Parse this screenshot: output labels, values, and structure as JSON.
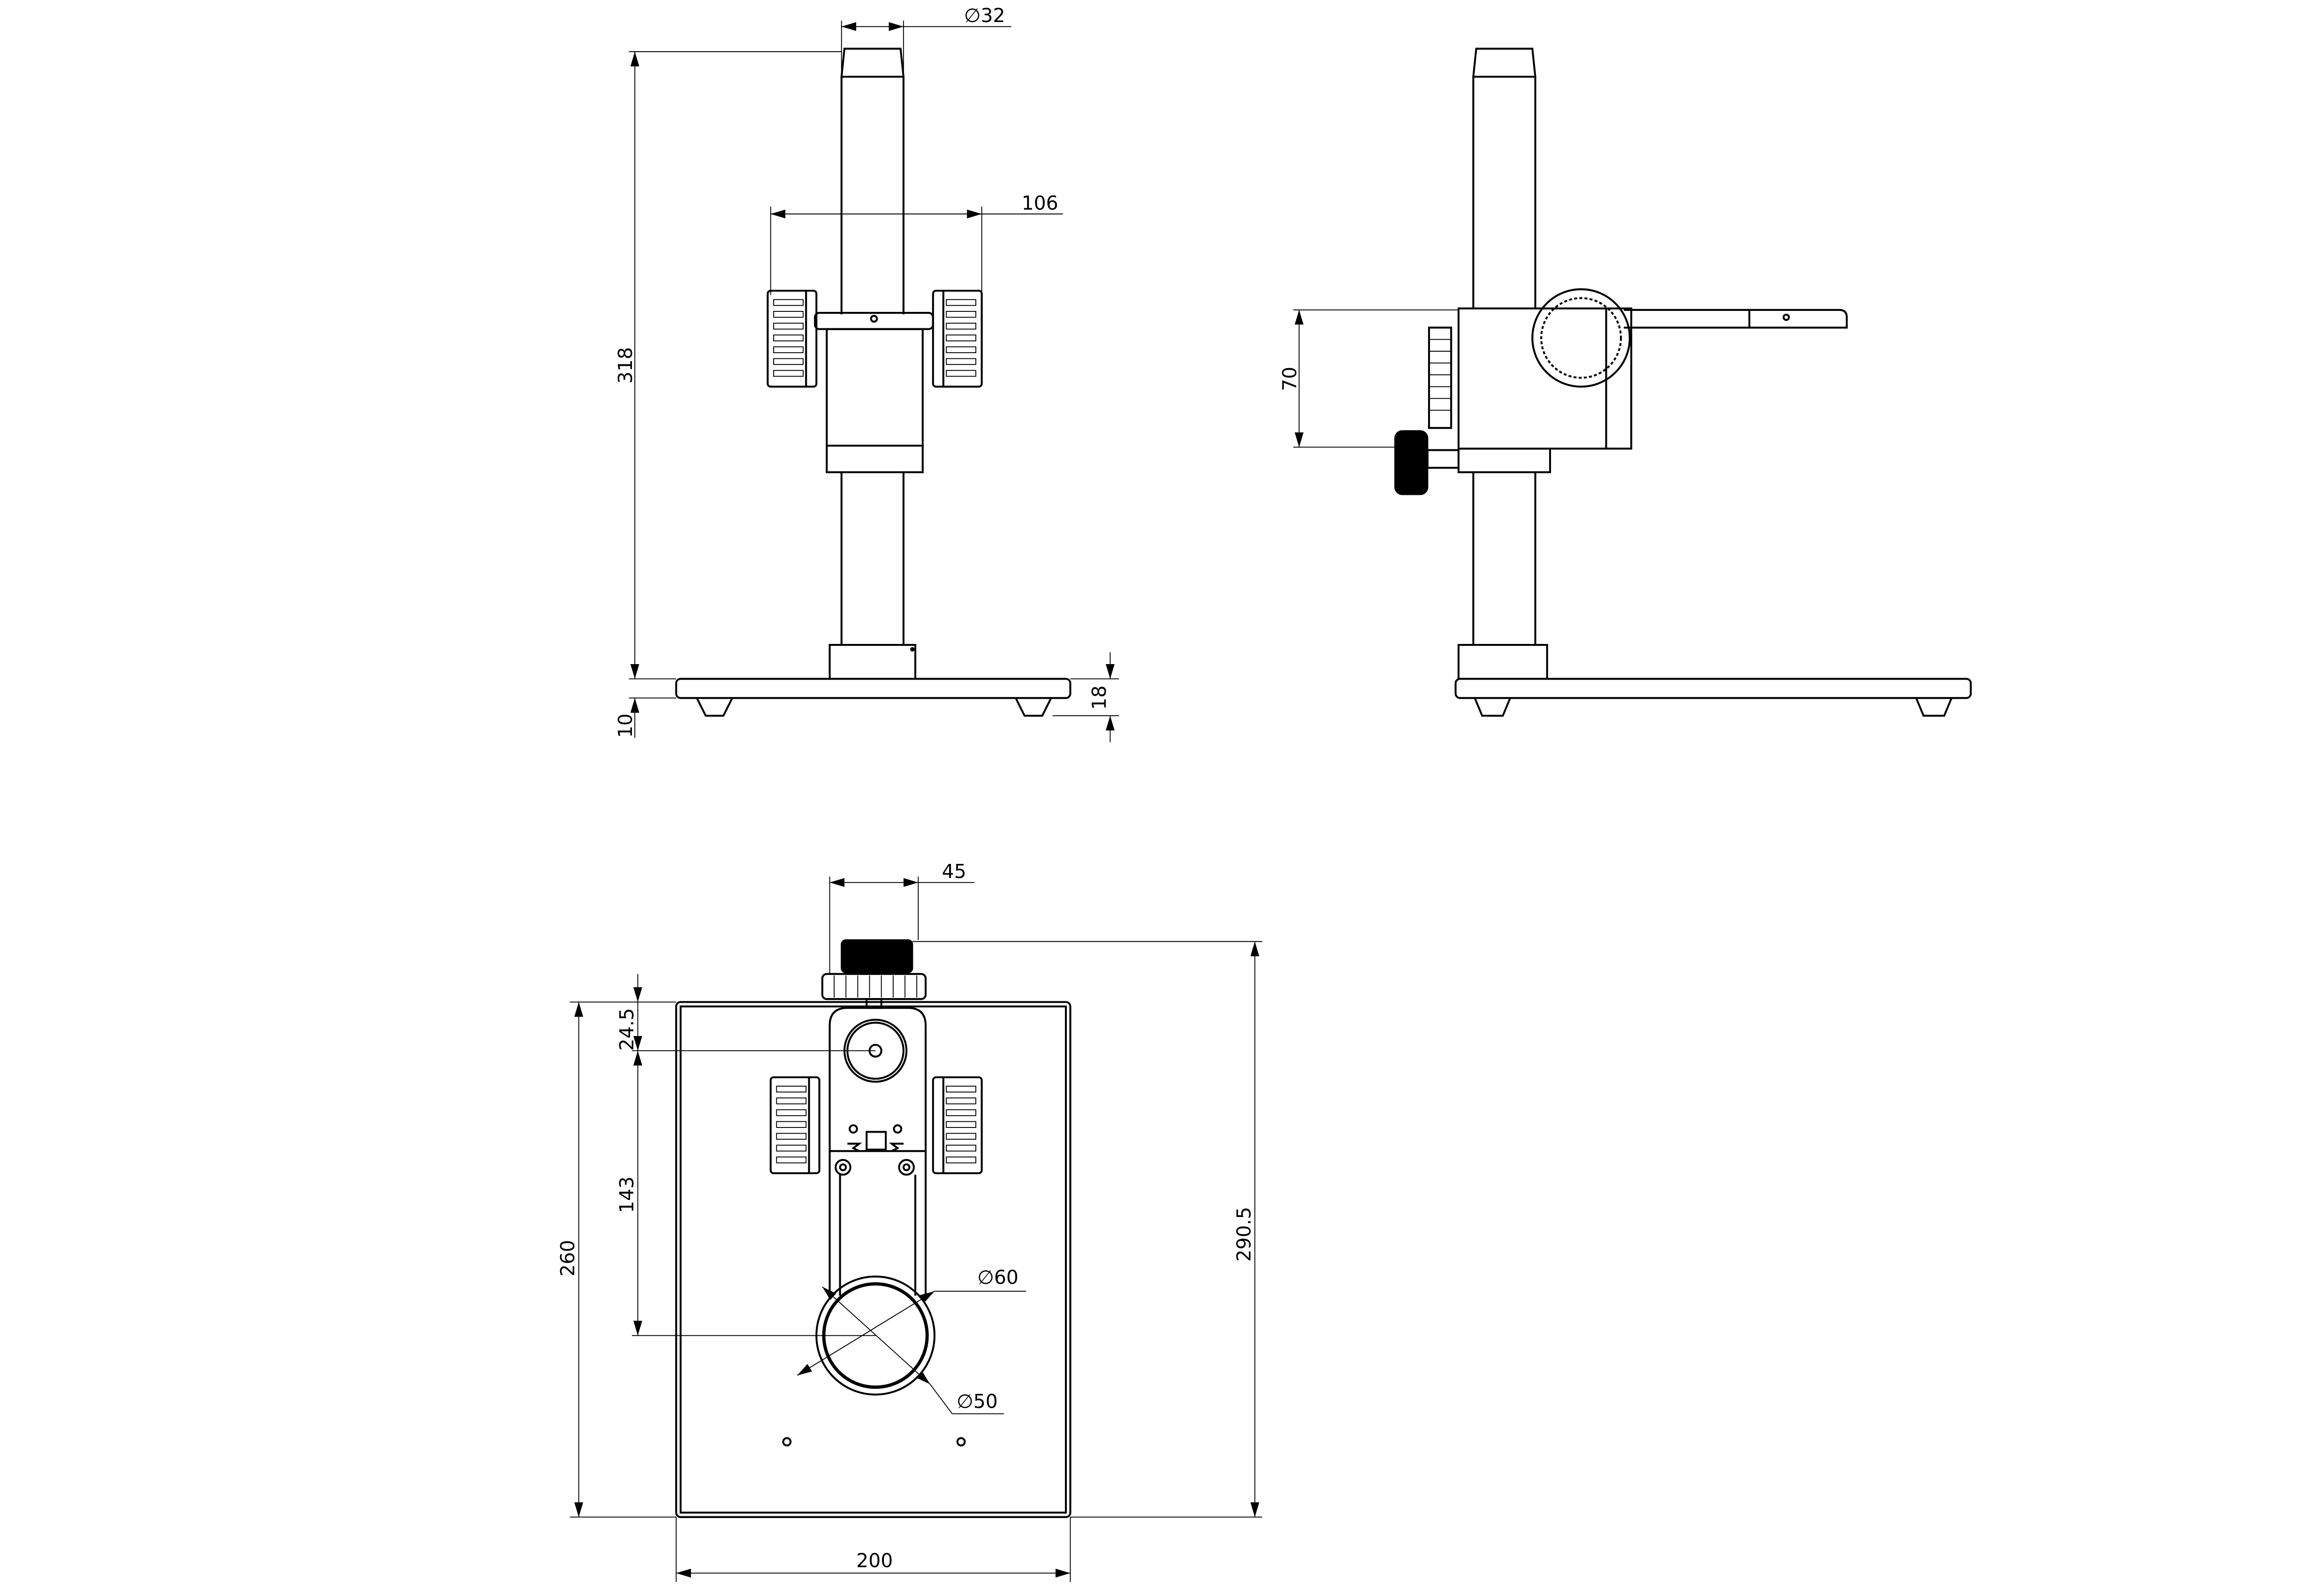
{
  "drawing": {
    "views": [
      "front-view",
      "side-view",
      "top-view"
    ],
    "dimensions": {
      "front_column_diameter": "∅32",
      "front_knob_span": "106",
      "front_total_height": "318",
      "front_foot_height": "10",
      "front_base_thickness": "18",
      "side_clamp_height": "70",
      "top_clamp_width": "45",
      "top_offset": "24.5",
      "top_center_distance": "143",
      "top_base_depth": "260",
      "top_total_depth": "290.5",
      "top_ring_outer": "∅60",
      "top_ring_inner": "∅50",
      "top_base_width": "200"
    }
  }
}
